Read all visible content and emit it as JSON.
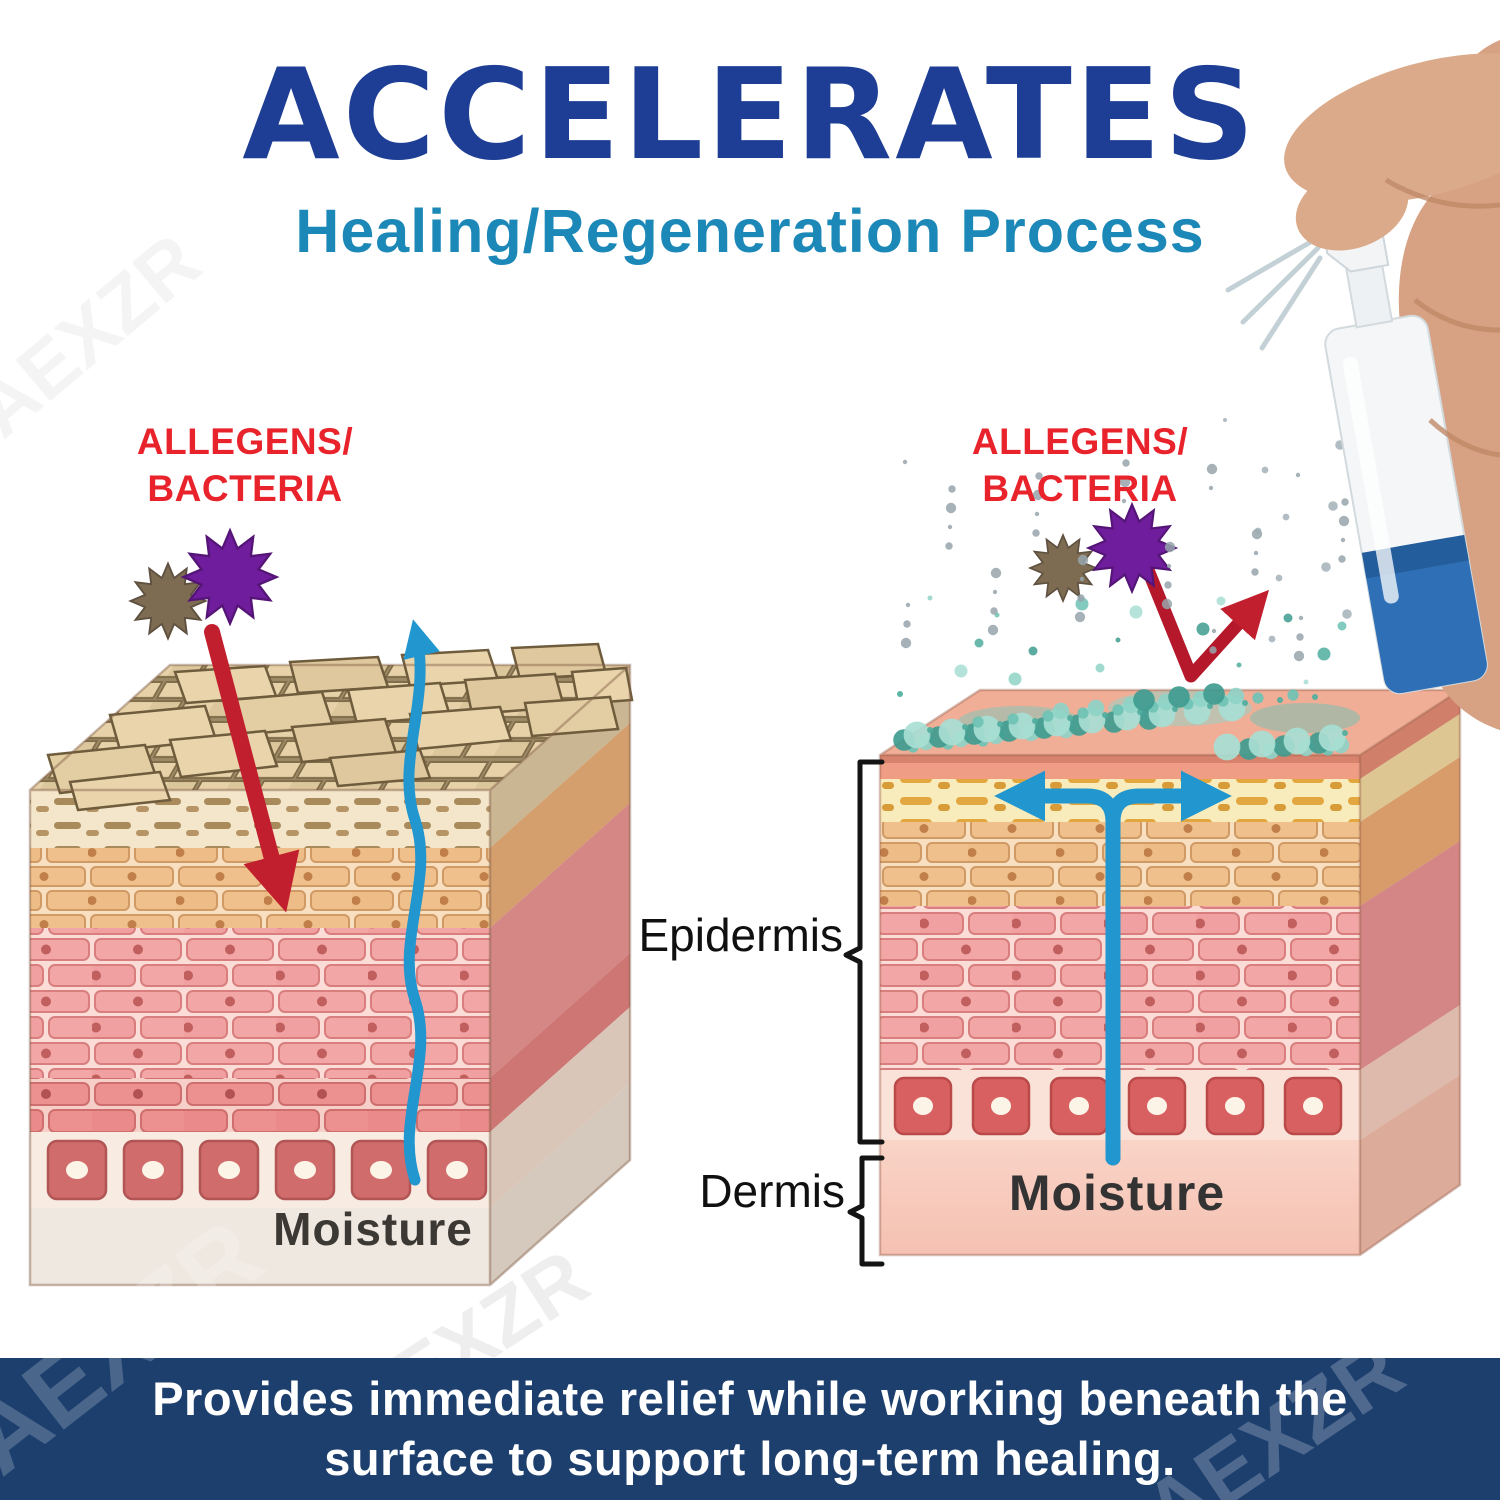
{
  "header": {
    "title": "ACCELERATES",
    "subtitle": "Healing/Regeneration Process"
  },
  "left_diagram": {
    "allergens_line1": "ALLEGENS/",
    "allergens_line2": "BACTERIA",
    "moisture": "Moisture"
  },
  "right_diagram": {
    "allergens_line1": "ALLEGENS/",
    "allergens_line2": "BACTERIA",
    "moisture": "Moisture"
  },
  "layer_labels": {
    "epidermis": "Epidermis",
    "dermis": "Dermis"
  },
  "banner": {
    "line1": "Provides immediate relief while working beneath the",
    "line2": "surface to support long-term healing."
  },
  "watermark": "AEXZR",
  "colors": {
    "title_blue": "#1d3e94",
    "subtitle_teal": "#1b88b7",
    "allergens_red": "#e8232b",
    "banner_navy": "#1d3f6e",
    "arrow_red": "#c21f2e",
    "arrow_blue": "#2196cf",
    "spray_teal": "#4fae9f",
    "skin_tan": "#f0c08c",
    "skin_pink": "#f3a6a6"
  }
}
